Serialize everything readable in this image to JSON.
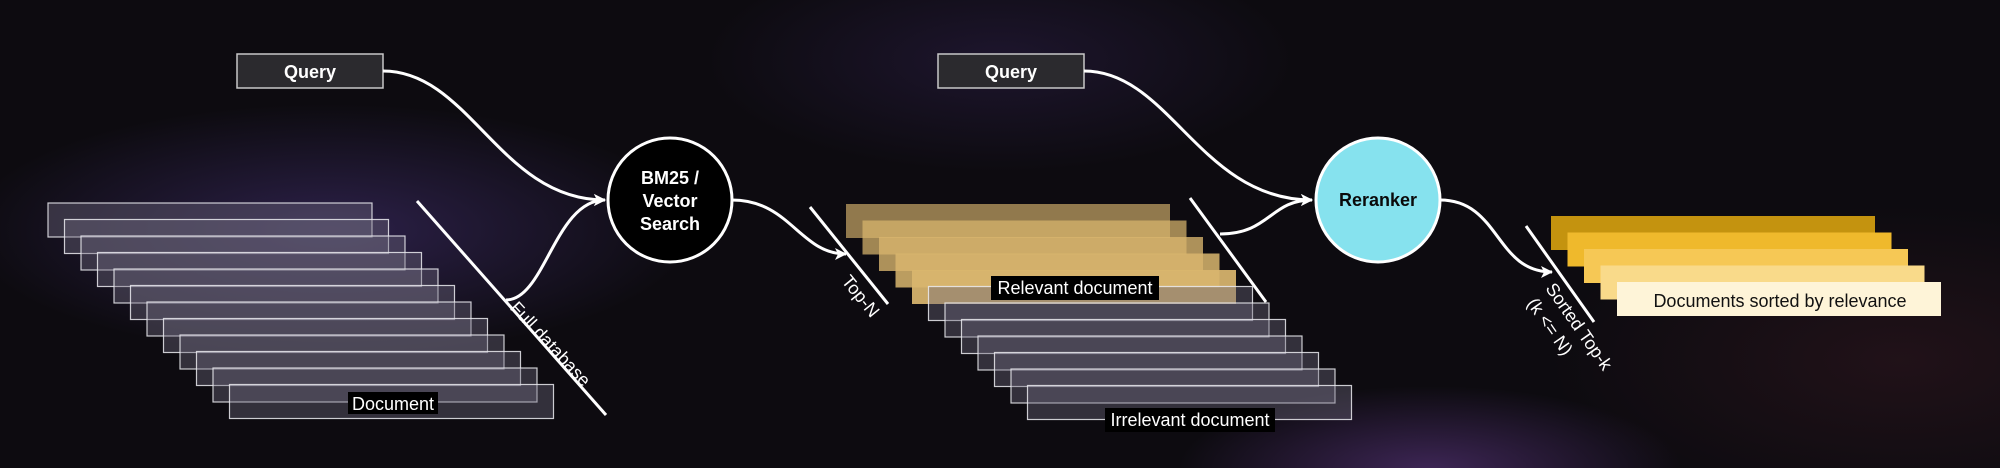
{
  "stage1": {
    "query": "Query",
    "retriever": [
      "BM25 /",
      "Vector",
      "Search"
    ],
    "doc_label": "Document",
    "full_db_label": "Full database",
    "topn_label": "Top-N"
  },
  "stage2": {
    "query": "Query",
    "relevant_label": "Relevant document",
    "irrelevant_label": "Irrelevant document",
    "reranker": "Reranker",
    "sorted_label": [
      "Sorted Top-k",
      "(k <= N)"
    ],
    "sorted_docs_label": "Documents sorted by relevance"
  },
  "colors": {
    "reranker_fill": "#86e2ee",
    "relevant_doc": "#d9b66e",
    "sorted_docs": [
      "#c4930f",
      "#efb92c",
      "#f6c855",
      "#f9da8a",
      "#fce9bb",
      "#fef4d8"
    ]
  }
}
